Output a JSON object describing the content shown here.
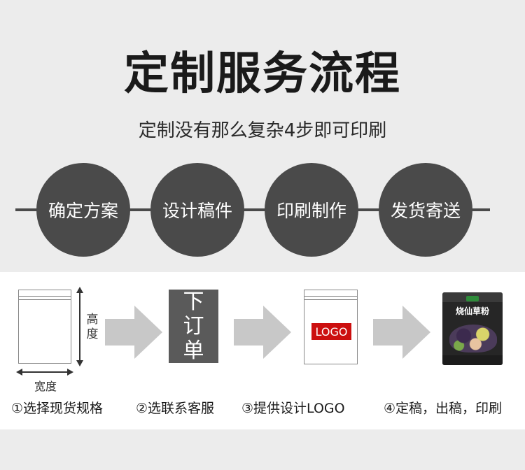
{
  "title": "定制服务流程",
  "subtitle": "定制没有那么复杂4步即可印刷",
  "process_steps": [
    "确定方案",
    "设计稿件",
    "印刷制作",
    "发货寄送"
  ],
  "illustration": {
    "height_label": "高度",
    "width_label": "宽度",
    "order_text": [
      "下",
      "订",
      "单"
    ],
    "logo_text": "LOGO",
    "product_name": "烧仙草粉"
  },
  "step_labels": [
    "①选择现货规格",
    "②选联系客服",
    "③提供设计LOGO",
    "④定稿，出稿，印刷"
  ],
  "colors": {
    "background": "#ececec",
    "circle": "#4a4a4a",
    "arrow": "#c8c8c8",
    "logo_red": "#cc0f0f"
  }
}
